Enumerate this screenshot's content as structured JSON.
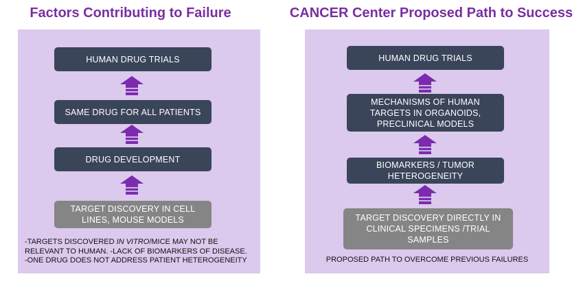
{
  "left": {
    "title": "Factors Contributing to Failure",
    "boxes": [
      "HUMAN DRUG TRIALS",
      "SAME DRUG FOR ALL PATIENTS",
      "DRUG DEVELOPMENT",
      "TARGET DISCOVERY IN CELL\nLINES,  MOUSE MODELS"
    ],
    "notes": {
      "line1_before": "-TARGETS DISCOVERED ",
      "line1_italic": "IN VITRO",
      "line1_after": "/MICE  MAY  NOT BE",
      "line2": "RELEVANT TO HUMAN. -LACK OF BIOMARKERS OF DISEASE.",
      "line3": "-ONE DRUG DOES NOT ADDRESS PATIENT HETEROGENEITY"
    }
  },
  "right": {
    "title": "CANCER Center Proposed Path to Success",
    "boxes": [
      "HUMAN DRUG TRIALS",
      "MECHANISMS OF HUMAN\nTARGETS  IN ORGANOIDS,\nPRECLINICAL MODELS",
      "BIOMARKERS / TUMOR\nHETEROGENEITY",
      "TARGET DISCOVERY DIRECTLY IN\nCLINICAL SPECIMENS /TRIAL\nSAMPLES"
    ],
    "footer": "PROPOSED PATH TO OVERCOME PREVIOUS FAILURES"
  },
  "colors": {
    "title": "#7a2ea0",
    "panel": "#dcc9ee",
    "box_dark": "#3a4559",
    "box_gray": "#858585",
    "arrow": "#7b2cae"
  }
}
